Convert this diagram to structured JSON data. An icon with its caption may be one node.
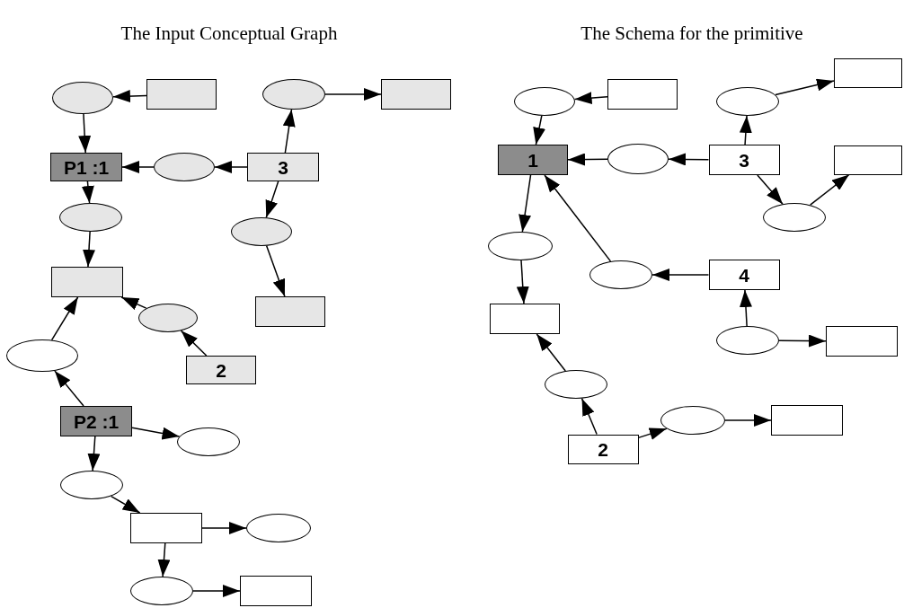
{
  "diagram": {
    "nodes": [
      {
        "text": [],
        "shape": "ellipse"
      },
      {
        "text": [],
        "shape": "box"
      },
      {
        "text": [],
        "shape": "ellipse"
      },
      {
        "text": [],
        "shape": "box"
      },
      {
        "text": [
          "P1 :1"
        ]
      },
      {
        "text": [],
        "shape": "ellipse"
      },
      {
        "text": [
          "3"
        ]
      },
      {
        "text": [],
        "shape": "ellipse"
      },
      {
        "text": [],
        "shape": "ellipse"
      },
      {
        "text": [],
        "shape": "box"
      },
      {
        "text": [],
        "shape": "box"
      },
      {
        "text": [],
        "shape": "ellipse"
      },
      {
        "text": [],
        "shape": "ellipse"
      },
      {
        "text": [
          "2"
        ]
      },
      {
        "text": [
          "P2 :1"
        ]
      },
      {
        "text": [],
        "shape": "ellipse"
      },
      {
        "text": [],
        "shape": "ellipse"
      },
      {
        "text": [],
        "shape": "box"
      },
      {
        "text": [],
        "shape": "ellipse"
      },
      {
        "text": [],
        "shape": "ellipse"
      },
      {
        "text": [],
        "shape": "box"
      },
      {
        "text": [],
        "shape": "ellipse"
      },
      {
        "text": [],
        "shape": "box"
      },
      {
        "text": [
          "1"
        ]
      },
      {
        "text": [],
        "shape": "ellipse"
      },
      {
        "text": [
          "3"
        ]
      },
      {
        "text": [],
        "shape": "ellipse"
      },
      {
        "text": [],
        "shape": "box"
      },
      {
        "text": [],
        "shape": "box"
      },
      {
        "text": [],
        "shape": "ellipse"
      },
      {
        "text": [],
        "shape": "ellipse"
      },
      {
        "text": [],
        "shape": "ellipse"
      },
      {
        "text": [
          "4"
        ]
      },
      {
        "text": [],
        "shape": "box"
      },
      {
        "text": [],
        "shape": "ellipse"
      },
      {
        "text": [],
        "shape": "box"
      },
      {
        "text": [],
        "shape": "ellipse"
      },
      {
        "text": [],
        "shape": "ellipse"
      },
      {
        "text": [],
        "shape": "box"
      },
      {
        "text": [
          "2"
        ]
      }
    ],
    "edges": [
      {
        "from": 1,
        "to": 0,
        "arrow": "to"
      },
      {
        "from": 0,
        "to": 4,
        "arrow": "to"
      },
      {
        "from": 5,
        "to": 4,
        "arrow": "to"
      },
      {
        "from": 6,
        "to": 5,
        "arrow": "to"
      },
      {
        "from": 6,
        "to": 2,
        "arrow": "to"
      },
      {
        "from": 2,
        "to": 3,
        "arrow": "to"
      },
      {
        "from": 4,
        "to": 7,
        "arrow": "to"
      },
      {
        "from": 6,
        "to": 8,
        "arrow": "to"
      },
      {
        "from": 7,
        "to": 9,
        "arrow": "to"
      },
      {
        "from": 8,
        "to": 10,
        "arrow": "to"
      },
      {
        "from": 11,
        "to": 9,
        "arrow": "to"
      },
      {
        "from": 13,
        "to": 11,
        "arrow": "to"
      },
      {
        "from": 12,
        "to": 9,
        "arrow": "to"
      },
      {
        "from": 14,
        "to": 12,
        "arrow": "to"
      },
      {
        "from": 14,
        "to": 15,
        "arrow": "to"
      },
      {
        "from": 14,
        "to": 16,
        "arrow": "to"
      },
      {
        "from": 16,
        "to": 17,
        "arrow": "to"
      },
      {
        "from": 17,
        "to": 18,
        "arrow": "to"
      },
      {
        "from": 17,
        "to": 19,
        "arrow": "to"
      },
      {
        "from": 19,
        "to": 20,
        "arrow": "to"
      },
      {
        "from": 22,
        "to": 21,
        "arrow": "to"
      },
      {
        "from": 21,
        "to": 23,
        "arrow": "to"
      },
      {
        "from": 24,
        "to": 23,
        "arrow": "to"
      },
      {
        "from": 25,
        "to": 24,
        "arrow": "to"
      },
      {
        "from": 25,
        "to": 26,
        "arrow": "to"
      },
      {
        "from": 26,
        "to": 27,
        "arrow": "to"
      },
      {
        "from": 25,
        "to": 29,
        "arrow": "to"
      },
      {
        "from": 29,
        "to": 28,
        "arrow": "to"
      },
      {
        "from": 23,
        "to": 30,
        "arrow": "to"
      },
      {
        "from": 31,
        "to": 23,
        "arrow": "to"
      },
      {
        "from": 32,
        "to": 31,
        "arrow": "to"
      },
      {
        "from": 34,
        "to": 32,
        "arrow": "to"
      },
      {
        "from": 34,
        "to": 35,
        "arrow": "to"
      },
      {
        "from": 30,
        "to": 33,
        "arrow": "to"
      },
      {
        "from": 36,
        "to": 33,
        "arrow": "to"
      },
      {
        "from": 39,
        "to": 36,
        "arrow": "to"
      },
      {
        "from": 39,
        "to": 37,
        "arrow": "to"
      },
      {
        "from": 37,
        "to": 38,
        "arrow": "to"
      }
    ],
    "labels": [
      "The Input Conceptual Graph",
      "The Schema for the primitive"
    ]
  }
}
